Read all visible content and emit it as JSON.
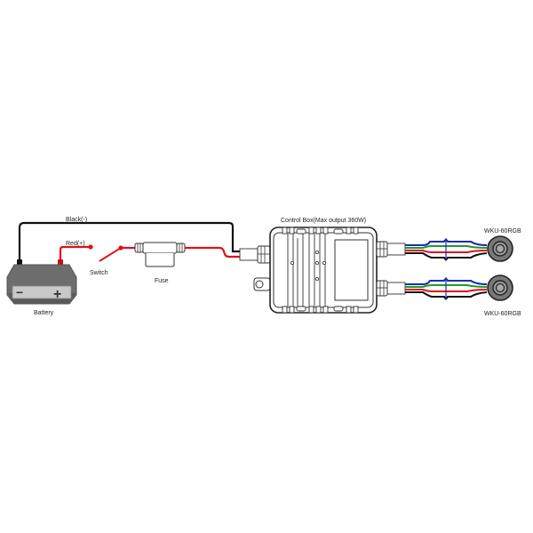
{
  "diagram": {
    "type": "wiring-diagram",
    "components": {
      "battery": {
        "label": "Battery",
        "minus_symbol": "−",
        "plus_symbol": "+"
      },
      "switch": {
        "label": "Switch"
      },
      "fuse": {
        "label": "Fuse"
      },
      "control_box": {
        "label": "Control Box(Max output 360W)"
      },
      "lights": [
        {
          "label": "WKU-60RGB"
        },
        {
          "label": "WKU-60RGB"
        }
      ]
    },
    "wires": {
      "negative": {
        "label": "Black(-)",
        "color": "#111111"
      },
      "positive": {
        "label": "Red(+)",
        "color": "#e0101a"
      }
    },
    "rgb_cable_colors": [
      "#1a2fa8",
      "#1f9a2e",
      "#e0101a",
      "#ffffff",
      "#111111"
    ]
  }
}
